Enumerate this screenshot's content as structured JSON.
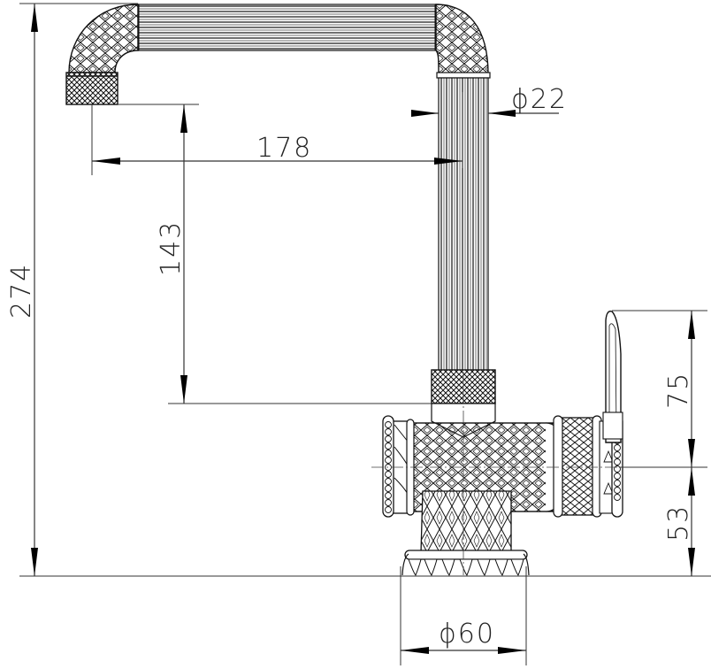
{
  "drawing": {
    "subject": "kitchen faucet side elevation",
    "units": "mm"
  },
  "dimensions": {
    "total_height": {
      "value": "274",
      "orientation": "vertical"
    },
    "spout_outlet_height": {
      "value": "143",
      "orientation": "vertical"
    },
    "spout_reach": {
      "value": "178",
      "orientation": "horizontal"
    },
    "spout_tube_diameter": {
      "value": "ϕ22",
      "orientation": "horizontal"
    },
    "handle_height_above_axis": {
      "value": "75",
      "orientation": "vertical"
    },
    "axis_height_above_deck": {
      "value": "53",
      "orientation": "vertical"
    },
    "base_diameter": {
      "value": "ϕ60",
      "orientation": "horizontal"
    }
  },
  "colors": {
    "line": "#111111",
    "dimension": "#333333",
    "background": "#ffffff"
  }
}
